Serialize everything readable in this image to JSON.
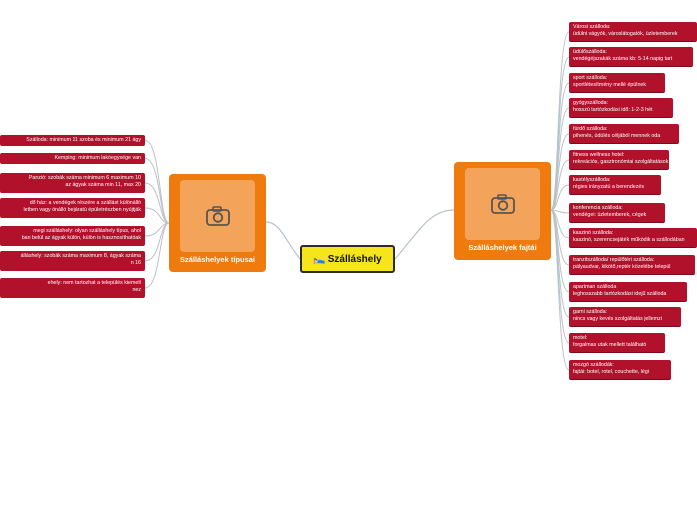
{
  "center": {
    "label": "Szálláshely",
    "icon": "bed-icon"
  },
  "left_branch": {
    "label": "Szálláshelyek típusai",
    "icon": "camera-icon",
    "items": [
      [
        "Szálloda: minimum 11 szoba és minimum 21 ágy"
      ],
      [
        "Kemping: minimum  lakóegysége van"
      ],
      [
        "Panzió: szobák száma minimum 6 maximum 10",
        "az ágyak száma min 11, max 20"
      ],
      [
        "dő ház: a vendégek részére a szállást különálló",
        "letben vagy önálló bejáratú épületrészben nyújtják"
      ],
      [
        "megi szálláshely: olyan szálláshely típus, ahol",
        "ban belül az ágyak külön, külön is hasznosíthatóak"
      ],
      [
        "álláshely: szobák száma maximum 8, ágyak száma",
        "n 16"
      ],
      [
        "ehely: nem tartozhat a település kiemelt",
        "nez"
      ]
    ]
  },
  "right_branch": {
    "label": "Szálláshelyek fajtái",
    "icon": "camera-icon",
    "items": [
      [
        "Városi szálloda:",
        "üdülni vágyók, városlátogatók, üzletemberek"
      ],
      [
        "üdülőszálloda:",
        "vendégéjszakák száma kb: 5-14 napig tart"
      ],
      [
        "sport szálloda:",
        "sportlétesítmény mellé épülnek"
      ],
      [
        "gyógyszálloda:",
        "hosszú tartózkodási idő: 1-2-3 hét"
      ],
      [
        "fürdő szálloda:",
        "pihenés, üdülés céljából mennek oda"
      ],
      [
        "fitness wellness hotel:",
        "rekreációs, gasztronómiai szolgáltatások"
      ],
      [
        "kastélyszálloda:",
        "régies irányzatú a berendezés"
      ],
      [
        "konferencia szálloda:",
        "vendégei: üzletemberek, cégek"
      ],
      [
        "kaszinó szálloda:",
        "kaszinó, szerencsejáték működik a szállodában"
      ],
      [
        "tranzitszálloda/ repülőtéri szálloda:",
        "pályaudvar, kikötő,reptér közelébe települ"
      ],
      [
        "apartman szálloda",
        "leghosszabb tartózkodási idejű szálloda"
      ],
      [
        "garni szálloda:",
        "nincs vagy kevés szolgáltatás jellemzi"
      ],
      [
        "motel:",
        "forgalmas utak mellett található"
      ],
      [
        "mozgó szállodák:",
        "fajtái: botel, rotel, couchette, légi"
      ]
    ]
  },
  "colors": {
    "center": "#f7e51b",
    "branch": "#ef7a0d",
    "leaf": "#b1112b",
    "line": "#b9c2c9"
  }
}
